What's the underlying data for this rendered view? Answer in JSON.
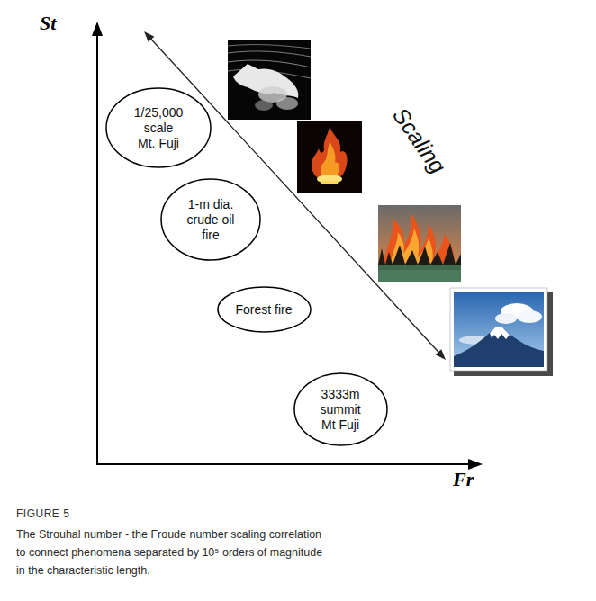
{
  "diagram": {
    "caption": "The Strouhal number - the Froude number scaling correlation to connect phenomena separated by 10⁵ orders of magnitude in the characteristic length.",
    "nodes": [
      {
        "text": [
          "1/25,000 scale Mt. Fuji"
        ]
      },
      {
        "text": [
          "1-m dia. crude oil fire"
        ]
      },
      {
        "text": [
          "Forest fire"
        ]
      },
      {
        "text": [
          "3333m summit Mt Fuji"
        ]
      }
    ],
    "labels": [
      "St",
      "Fr",
      "Scaling",
      "FIGURE 5"
    ]
  }
}
